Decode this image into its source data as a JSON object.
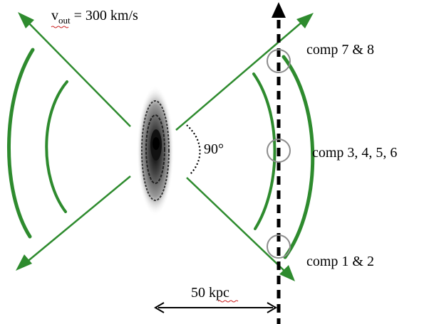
{
  "title": {
    "v_symbol": "v",
    "v_subscript": "out",
    "v_value": " = 300 km/s"
  },
  "angle_label": "90°",
  "components": [
    {
      "label": "comp 7 & 8"
    },
    {
      "label": "comp 3, 4, 5, 6"
    },
    {
      "label": "comp 1 & 2"
    }
  ],
  "scale_label": "50 kpc",
  "colors": {
    "cone": "#2e8b2e",
    "sightline": "#000000",
    "marker": "#8c8c8c",
    "galaxy": "#222222"
  }
}
